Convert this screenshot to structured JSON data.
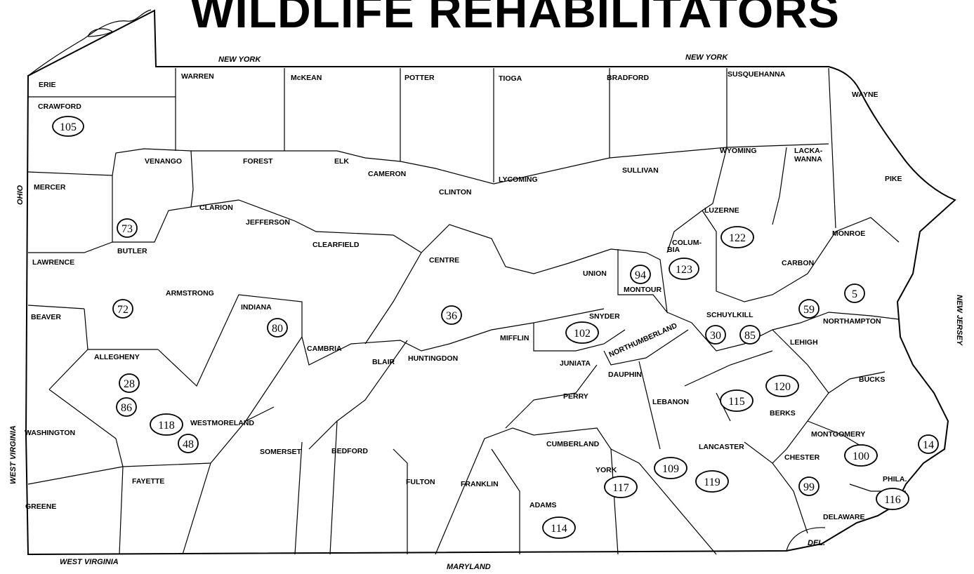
{
  "title": "WILDLIFE REHABILITATORS",
  "borders": {
    "ny_west": "NEW YORK",
    "ny_east": "NEW YORK",
    "ohio": "OHIO",
    "wv_side": "WEST VIRGINIA",
    "wv_bottom": "WEST VIRGINIA",
    "maryland": "MARYLAND",
    "new_jersey": "NEW JERSEY",
    "delaware": "DEL."
  },
  "counties": [
    {
      "name": "ERIE"
    },
    {
      "name": "WARREN"
    },
    {
      "name": "McKEAN"
    },
    {
      "name": "POTTER"
    },
    {
      "name": "TIOGA"
    },
    {
      "name": "BRADFORD"
    },
    {
      "name": "SUSQUEHANNA"
    },
    {
      "name": "WAYNE"
    },
    {
      "name": "CRAWFORD"
    },
    {
      "name": "VENANGO"
    },
    {
      "name": "FOREST"
    },
    {
      "name": "ELK"
    },
    {
      "name": "CAMERON"
    },
    {
      "name": "CLINTON"
    },
    {
      "name": "LYCOMING"
    },
    {
      "name": "SULLIVAN"
    },
    {
      "name": "WYOMING"
    },
    {
      "name": "LACKA-"
    },
    {
      "name": "WANNA"
    },
    {
      "name": "PIKE"
    },
    {
      "name": "MERCER"
    },
    {
      "name": "CLARION"
    },
    {
      "name": "JEFFERSON"
    },
    {
      "name": "LUZERNE"
    },
    {
      "name": "COLUM-"
    },
    {
      "name": "BIA"
    },
    {
      "name": "MONROE"
    },
    {
      "name": "CLEARFIELD"
    },
    {
      "name": "CENTRE"
    },
    {
      "name": "LAWRENCE"
    },
    {
      "name": "BUTLER"
    },
    {
      "name": "UNION"
    },
    {
      "name": "MONTOUR"
    },
    {
      "name": "CARBON"
    },
    {
      "name": "ARMSTRONG"
    },
    {
      "name": "INDIANA"
    },
    {
      "name": "SNYDER"
    },
    {
      "name": "SCHUYLKILL"
    },
    {
      "name": "NORTHAMPTON"
    },
    {
      "name": "BEAVER"
    },
    {
      "name": "MIFFLIN"
    },
    {
      "name": "LEHIGH"
    },
    {
      "name": "NORTHUMBERLAND"
    },
    {
      "name": "ALLEGHENY"
    },
    {
      "name": "CAMBRIA"
    },
    {
      "name": "BLAIR"
    },
    {
      "name": "HUNTINGDON"
    },
    {
      "name": "JUNIATA"
    },
    {
      "name": "DAUPHIN"
    },
    {
      "name": "BUCKS"
    },
    {
      "name": "PERRY"
    },
    {
      "name": "LEBANON"
    },
    {
      "name": "BERKS"
    },
    {
      "name": "WESTMORELAND"
    },
    {
      "name": "MONTGOMERY"
    },
    {
      "name": "WASHINGTON"
    },
    {
      "name": "CUMBERLAND"
    },
    {
      "name": "SOMERSET"
    },
    {
      "name": "BEDFORD"
    },
    {
      "name": "LANCASTER"
    },
    {
      "name": "CHESTER"
    },
    {
      "name": "YORK"
    },
    {
      "name": "FAYETTE"
    },
    {
      "name": "FULTON"
    },
    {
      "name": "FRANKLIN"
    },
    {
      "name": "PHILA."
    },
    {
      "name": "ADAMS"
    },
    {
      "name": "GREENE"
    },
    {
      "name": "DELAWARE"
    }
  ],
  "markers": [
    {
      "n": "105"
    },
    {
      "n": "73"
    },
    {
      "n": "72"
    },
    {
      "n": "28"
    },
    {
      "n": "86"
    },
    {
      "n": "118"
    },
    {
      "n": "48"
    },
    {
      "n": "80"
    },
    {
      "n": "36"
    },
    {
      "n": "102"
    },
    {
      "n": "94"
    },
    {
      "n": "123"
    },
    {
      "n": "122"
    },
    {
      "n": "5"
    },
    {
      "n": "59"
    },
    {
      "n": "30"
    },
    {
      "n": "85"
    },
    {
      "n": "120"
    },
    {
      "n": "115"
    },
    {
      "n": "100"
    },
    {
      "n": "14"
    },
    {
      "n": "109"
    },
    {
      "n": "119"
    },
    {
      "n": "117"
    },
    {
      "n": "99"
    },
    {
      "n": "116"
    },
    {
      "n": "114"
    }
  ]
}
